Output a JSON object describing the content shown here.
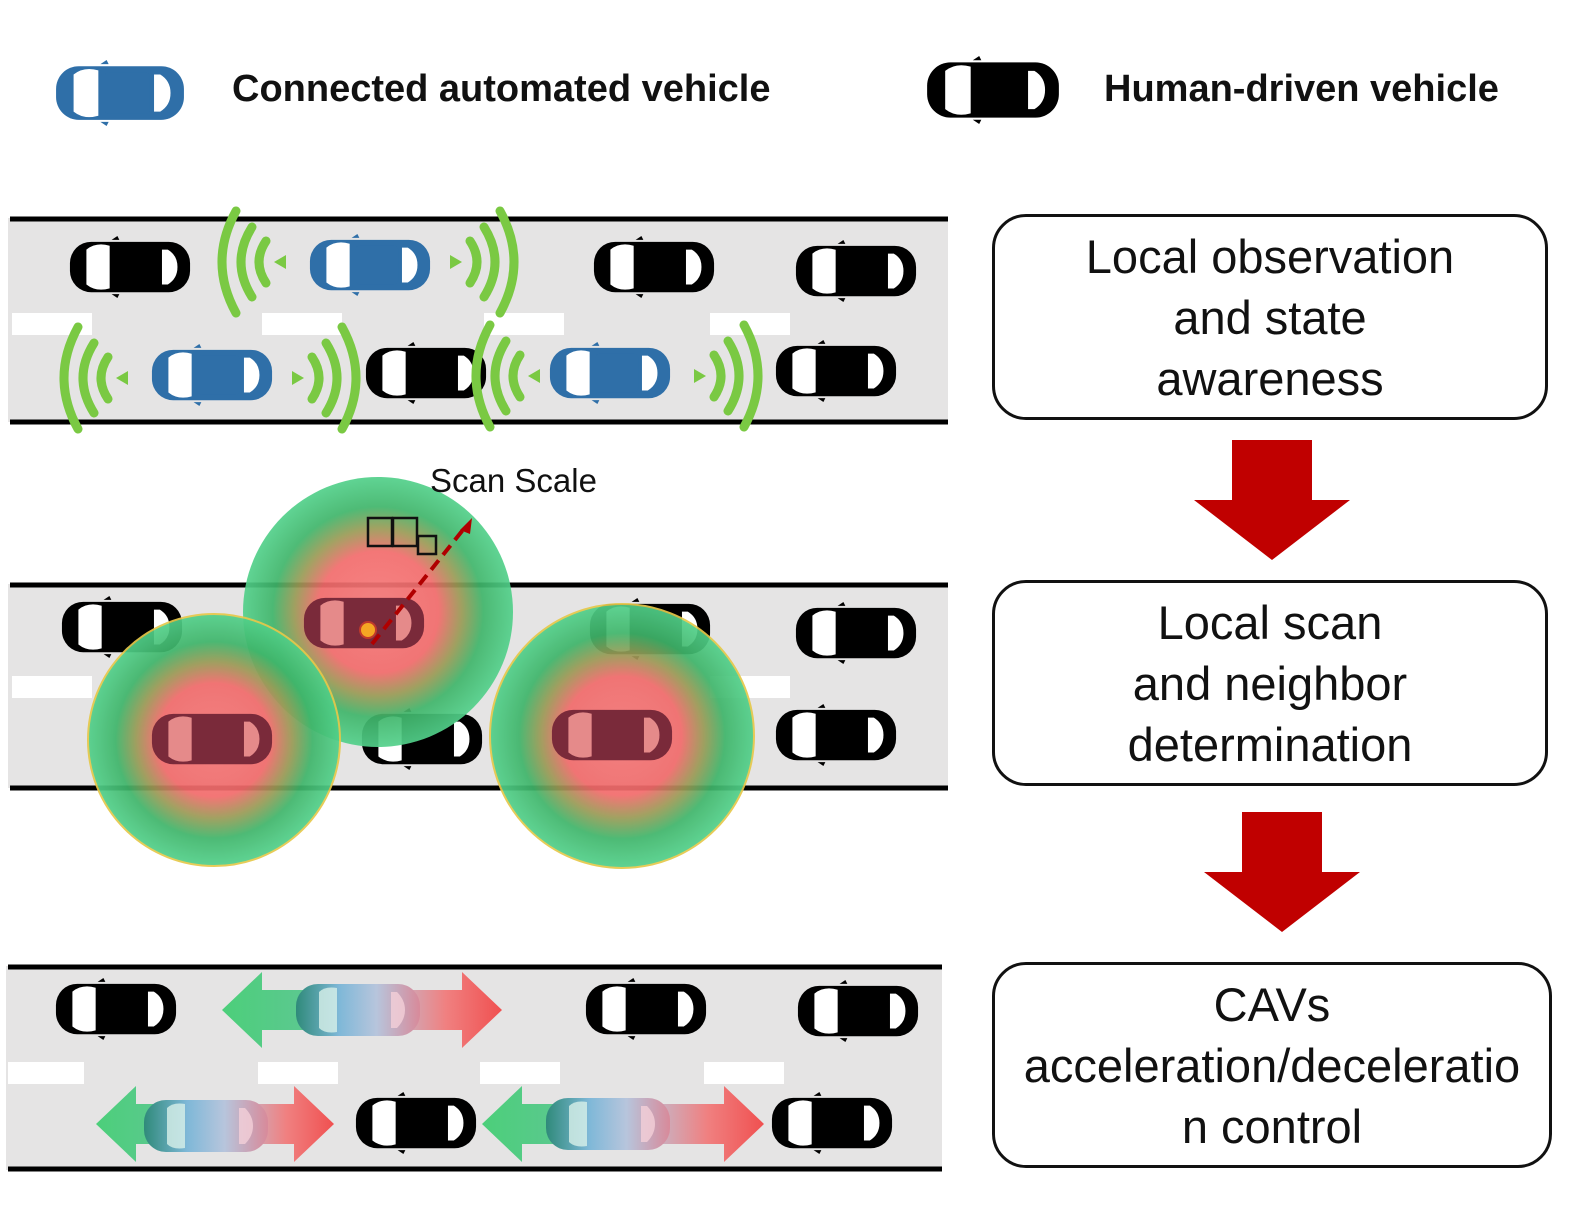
{
  "legend": {
    "cav_label": "Connected automated vehicle",
    "hdv_label": "Human-driven vehicle"
  },
  "steps": [
    {
      "text": "Local observation\nand state\nawareness"
    },
    {
      "text": "Local scan\nand neighbor\ndetermination"
    },
    {
      "text": "CAVs\nacceleration/deceleratio\nn control"
    }
  ],
  "scan_label": "Scan Scale",
  "colors": {
    "cav": "#2f6fa8",
    "hdv": "#000000",
    "signal": "#7ac943",
    "arrow": "#c00000",
    "road": "#e5e4e4",
    "scan_inner": "#f47a7a",
    "scan_outer": "#3fbf7f",
    "accel_green": "#4ccf7a",
    "decel_red": "#f05a5a"
  }
}
